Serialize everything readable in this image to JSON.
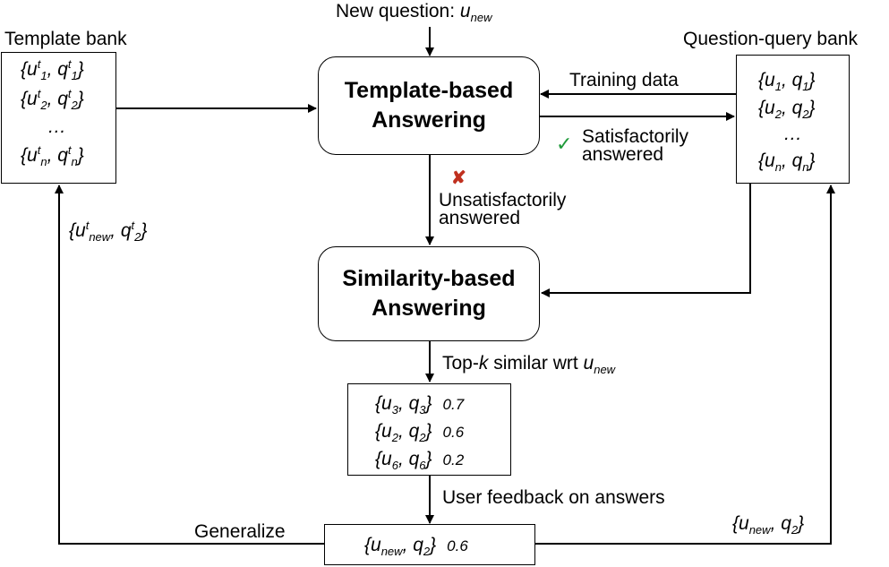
{
  "input": {
    "new_question_label": "New question: ",
    "new_question_var": "u"
  },
  "template_bank": {
    "title": "Template bank",
    "entries": [
      "{u",
      "…"
    ]
  },
  "qq_bank": {
    "title": "Question-query bank"
  },
  "nodes": {
    "template_answering": {
      "line1": "Template-based",
      "line2": "Answering"
    },
    "similarity_answering": {
      "line1": "Similarity-based",
      "line2": "Answering"
    }
  },
  "edges": {
    "training_data": "Training data",
    "satisfactory_l1": "Satisfactorily",
    "satisfactory_l2": "answered",
    "unsatisfactory_l1": "Unsatisfactorily",
    "unsatisfactory_l2": "answered",
    "topk_a": "Top-",
    "topk_k": "k",
    "topk_b": " similar wrt ",
    "feedback": "User feedback on answers",
    "generalize": "Generalize"
  },
  "topk_scores": [
    "0.7",
    "0.6",
    "0.2"
  ],
  "selected_score": "0.6",
  "colors": {
    "check": "#1f9a3a",
    "cross": "#c0301f"
  },
  "icons": {
    "satisfied": "check-mark-icon",
    "unsatisfied": "cross-mark-icon"
  }
}
